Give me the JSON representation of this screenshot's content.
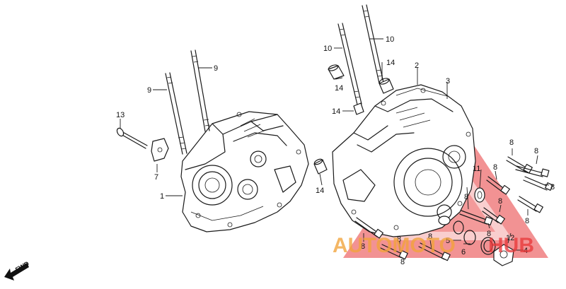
{
  "colors": {
    "line": "#1a1a1a",
    "watermark_red": "#e8393a",
    "watermark_orange": "#f2a33a",
    "background": "#ffffff"
  },
  "direction_label": "FWD",
  "watermark": {
    "text_orange": "AUTOMOTO",
    "text_red": "HUB"
  },
  "callouts": [
    {
      "id": "c1",
      "label": "1"
    },
    {
      "id": "c2",
      "label": "2"
    },
    {
      "id": "c3",
      "label": "3"
    },
    {
      "id": "c4",
      "label": "4"
    },
    {
      "id": "c5",
      "label": "5"
    },
    {
      "id": "c6",
      "label": "6"
    },
    {
      "id": "c7",
      "label": "7"
    },
    {
      "id": "c8a",
      "label": "8"
    },
    {
      "id": "c8b",
      "label": "8"
    },
    {
      "id": "c8c",
      "label": "8"
    },
    {
      "id": "c8d",
      "label": "8"
    },
    {
      "id": "c8e",
      "label": "8"
    },
    {
      "id": "c8f",
      "label": "8"
    },
    {
      "id": "c8g",
      "label": "8"
    },
    {
      "id": "c8h",
      "label": "8"
    },
    {
      "id": "c8i",
      "label": "8"
    },
    {
      "id": "c8j",
      "label": "8"
    },
    {
      "id": "c8k",
      "label": "8"
    },
    {
      "id": "c8l",
      "label": "8"
    },
    {
      "id": "c9a",
      "label": "9"
    },
    {
      "id": "c9b",
      "label": "9"
    },
    {
      "id": "c10a",
      "label": "10"
    },
    {
      "id": "c10b",
      "label": "10"
    },
    {
      "id": "c11",
      "label": "11"
    },
    {
      "id": "c12",
      "label": "12"
    },
    {
      "id": "c13",
      "label": "13"
    },
    {
      "id": "c14a",
      "label": "14"
    },
    {
      "id": "c14b",
      "label": "14"
    },
    {
      "id": "c14c",
      "label": "14"
    },
    {
      "id": "c14d",
      "label": "14"
    }
  ]
}
